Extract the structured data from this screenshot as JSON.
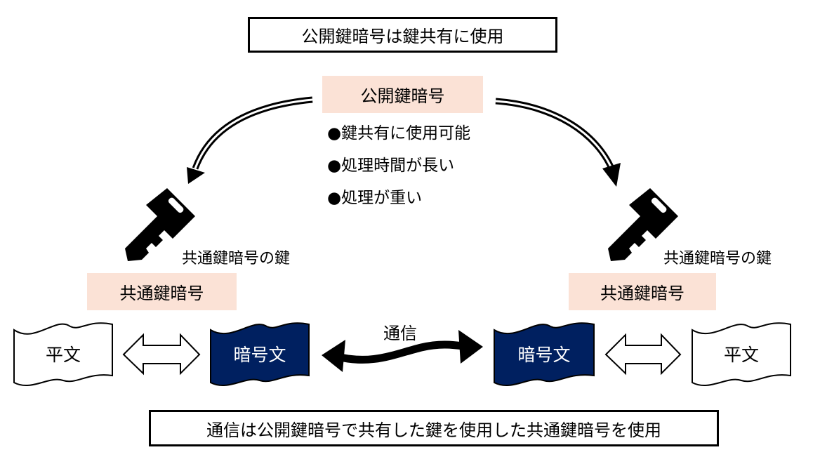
{
  "top_banner": "公開鍵暗号は鍵共有に使用",
  "public_key": {
    "title": "公開鍵暗号",
    "bullet_symbol": "●",
    "bullets": [
      "鍵共有に使用可能",
      "処理時間が長い",
      "処理が重い"
    ]
  },
  "left": {
    "key_label": "共通鍵暗号の鍵",
    "method_label": "共通鍵暗号",
    "plaintext": "平文",
    "ciphertext": "暗号文"
  },
  "right": {
    "key_label": "共通鍵暗号の鍵",
    "method_label": "共通鍵暗号",
    "plaintext": "平文",
    "ciphertext": "暗号文"
  },
  "communication_label": "通信",
  "bottom_banner": "通信は公開鍵暗号で共有した鍵を使用した共通鍵暗号を使用",
  "colors": {
    "label_bg": "#fbe2d6",
    "ciphertext_bg": "#002060",
    "outline": "#000000"
  }
}
